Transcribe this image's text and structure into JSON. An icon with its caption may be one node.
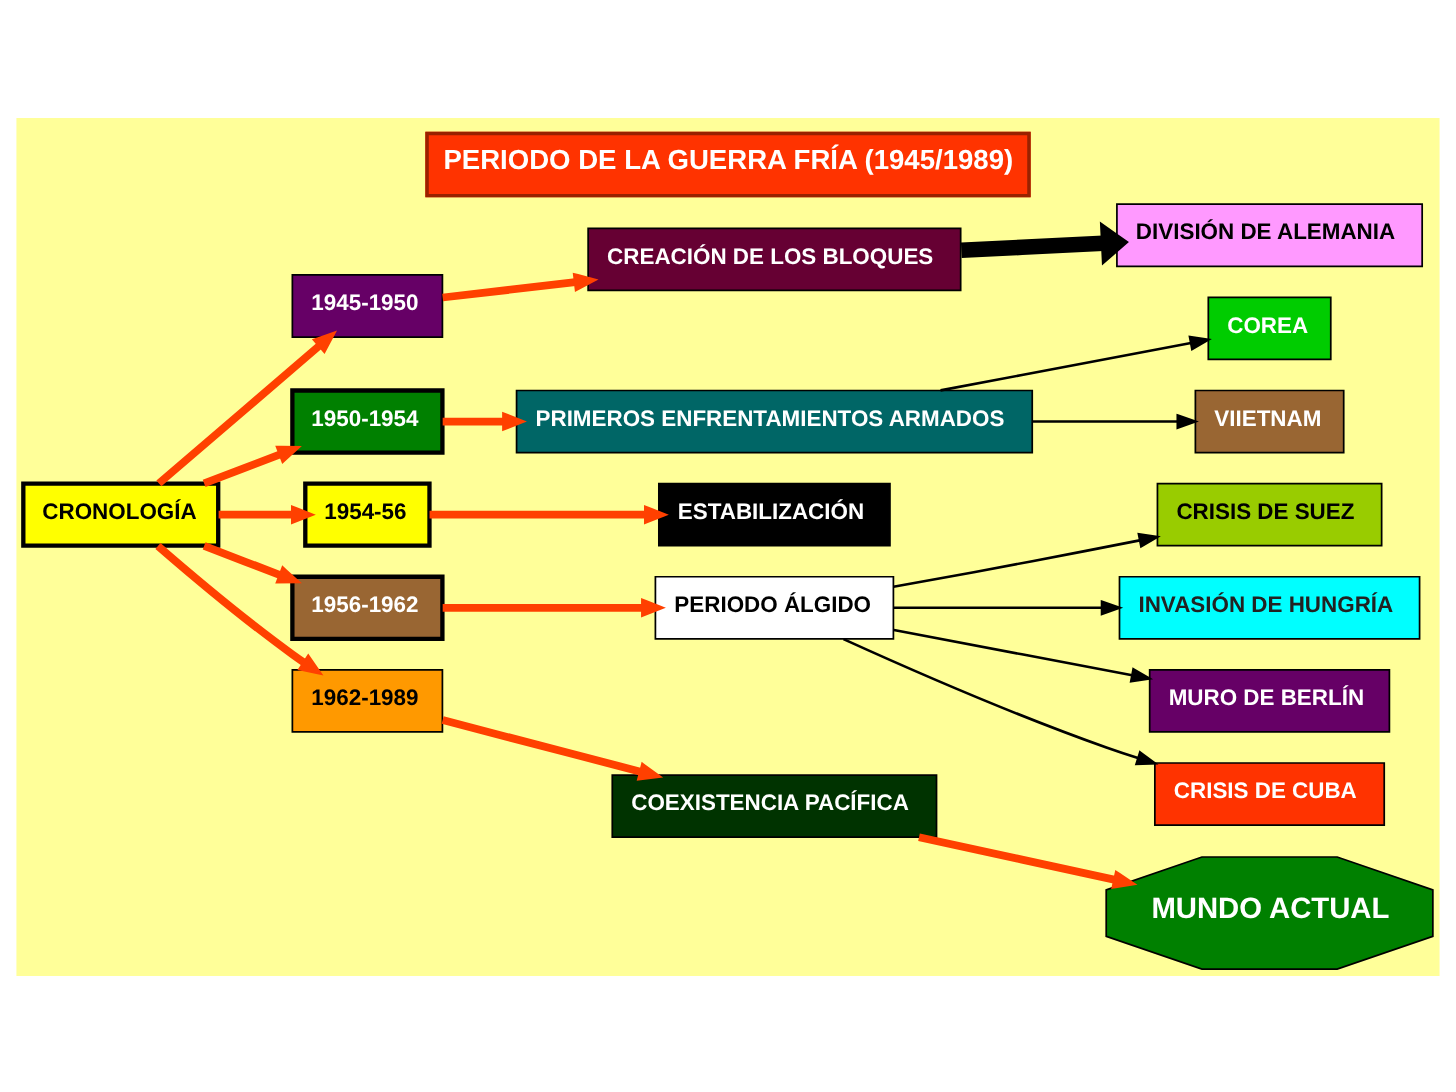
{
  "diagram": {
    "title": "PERIODO DE LA GUERRA FRÍA (1945/1989)",
    "nodes": [
      {
        "text": [
          "CRONOLOGÍA"
        ]
      },
      {
        "text": [
          "1945-1950"
        ]
      },
      {
        "text": [
          "CREACIÓN DE LOS BLOQUES"
        ]
      },
      {
        "text": [
          "DIVISIÓN DE ALEMANIA"
        ]
      },
      {
        "text": [
          "1950-1954"
        ]
      },
      {
        "text": [
          "PRIMEROS ENFRENTAMIENTOS ARMADOS"
        ]
      },
      {
        "text": [
          "COREA"
        ]
      },
      {
        "text": [
          "VIIETNAM"
        ]
      },
      {
        "text": [
          "1954-56"
        ]
      },
      {
        "text": [
          "ESTABILIZACIÓN"
        ]
      },
      {
        "text": [
          "1956-1962"
        ]
      },
      {
        "text": [
          "PERIODO ÁLGIDO"
        ]
      },
      {
        "text": [
          "CRISIS DE SUEZ"
        ]
      },
      {
        "text": [
          "INVASIÓN DE HUNGRÍA"
        ]
      },
      {
        "text": [
          "MURO DE BERLÍN"
        ]
      },
      {
        "text": [
          "CRISIS DE CUBA"
        ]
      },
      {
        "text": [
          "1962-1989"
        ]
      },
      {
        "text": [
          "COEXISTENCIA PACÍFICA"
        ]
      },
      {
        "text": [
          "MUNDO ACTUAL"
        ]
      }
    ],
    "edges": [
      {
        "from": 0,
        "to": 1,
        "arrow": "to"
      },
      {
        "from": 0,
        "to": 4,
        "arrow": "to"
      },
      {
        "from": 0,
        "to": 8,
        "arrow": "to"
      },
      {
        "from": 0,
        "to": 10,
        "arrow": "to"
      },
      {
        "from": 0,
        "to": 16,
        "arrow": "to"
      },
      {
        "from": 1,
        "to": 2,
        "arrow": "to"
      },
      {
        "from": 2,
        "to": 3,
        "arrow": "to",
        "style": "thick",
        "color": "#000000"
      },
      {
        "from": 4,
        "to": 5,
        "arrow": "to"
      },
      {
        "from": 5,
        "to": 6,
        "arrow": "to",
        "color": "#000000"
      },
      {
        "from": 5,
        "to": 7,
        "arrow": "to",
        "color": "#000000"
      },
      {
        "from": 8,
        "to": 9,
        "arrow": "to"
      },
      {
        "from": 10,
        "to": 11,
        "arrow": "to"
      },
      {
        "from": 11,
        "to": 12,
        "arrow": "to",
        "color": "#000000"
      },
      {
        "from": 11,
        "to": 13,
        "arrow": "to",
        "color": "#000000"
      },
      {
        "from": 11,
        "to": 14,
        "arrow": "to",
        "color": "#000000"
      },
      {
        "from": 11,
        "to": 15,
        "arrow": "to",
        "color": "#000000"
      },
      {
        "from": 16,
        "to": 17,
        "arrow": "to"
      },
      {
        "from": 17,
        "to": 18,
        "arrow": "to"
      }
    ]
  }
}
